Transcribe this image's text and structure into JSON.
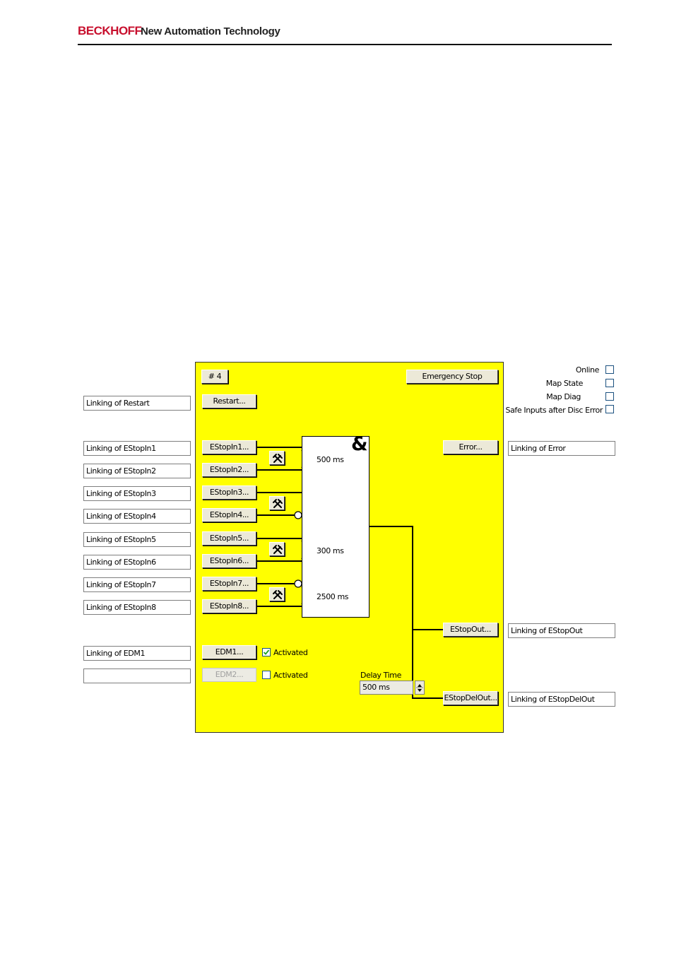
{
  "header": {
    "brand": "BECKHOFF",
    "tagline": "New Automation Technology"
  },
  "panel": {
    "number": "# 4",
    "function": "Emergency Stop",
    "options": [
      {
        "label": "Online",
        "checked": false
      },
      {
        "label": "Map State",
        "checked": false
      },
      {
        "label": "Map Diag",
        "checked": false
      },
      {
        "label": "Safe Inputs after Disc Error",
        "checked": false
      }
    ],
    "restart": {
      "button": "Restart...",
      "link": "Linking of Restart"
    },
    "inputs": [
      {
        "button": "EStopIn1...",
        "link": "Linking of EStopIn1"
      },
      {
        "button": "EStopIn2...",
        "link": "Linking of EStopIn2"
      },
      {
        "button": "EStopIn3...",
        "link": "Linking of EStopIn3"
      },
      {
        "button": "EStopIn4...",
        "link": "Linking of EStopIn4"
      },
      {
        "button": "EStopIn5...",
        "link": "Linking of EStopIn5"
      },
      {
        "button": "EStopIn6...",
        "link": "Linking of EStopIn6"
      },
      {
        "button": "EStopIn7...",
        "link": "Linking of EStopIn7"
      },
      {
        "button": "EStopIn8...",
        "link": "Linking of EStopIn8"
      }
    ],
    "times": [
      "500 ms",
      "300 ms",
      "2500 ms"
    ],
    "and_symbol": "&",
    "error": {
      "button": "Error...",
      "link": "Linking of Error"
    },
    "estopout": {
      "button": "EStopOut...",
      "link": "Linking of EStopOut"
    },
    "estopdelout": {
      "button": "EStopDelOut...",
      "link": "Linking of EStopDelOut"
    },
    "edm1": {
      "button": "EDM1...",
      "link": "Linking of EDM1",
      "check_label": "Activated",
      "checked": true
    },
    "edm2": {
      "button": "EDM2...",
      "link": "",
      "check_label": "Activated",
      "checked": false
    },
    "delay": {
      "label": "Delay Time",
      "value": "500 ms"
    }
  }
}
